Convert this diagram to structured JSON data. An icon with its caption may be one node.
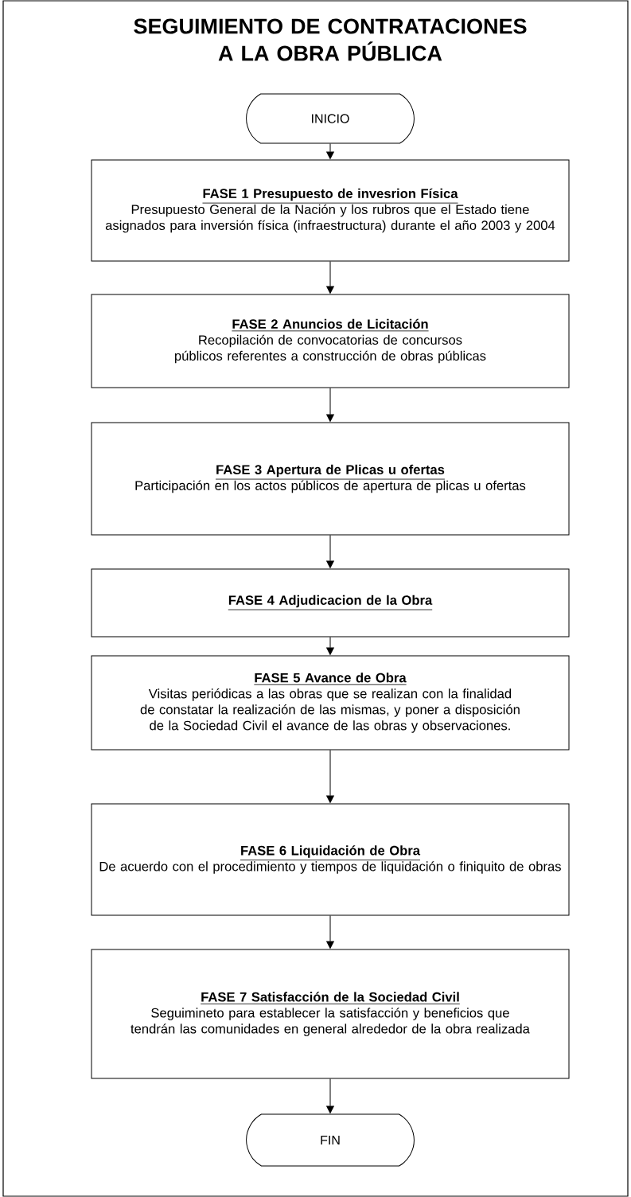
{
  "diagram": {
    "title": "SEGUIMIENTO DE CONTRATACIONES A LA OBRA PÚBLICA",
    "nodes": [
      {
        "text": [
          "INICIO"
        ]
      },
      {
        "text": [
          "FASE 1 Presupuesto de invesrion Física",
          "Presupuesto General de la Nación y los rubros que el Estado tiene asignados para inversión física (infraestructura) durante el año 2003 y 2004"
        ]
      },
      {
        "text": [
          "FASE 2 Anuncios de Licitación",
          "Recopilación de convocatorias de concursos públicos referentes a construcción de obras públicas"
        ]
      },
      {
        "text": [
          "FASE 3 Apertura de Plicas u ofertas",
          "Participación en los actos públicos de apertura de plicas u ofertas"
        ]
      },
      {
        "text": [
          "FASE 4 Adjudicacion de  la  Obra"
        ]
      },
      {
        "text": [
          "FASE 5 Avance de Obra",
          "Visitas periódicas a las obras que se realizan con la finalidad de constatar la realización de las mismas, y poner a disposición de la Sociedad Civil el avance de las obras y observaciones."
        ]
      },
      {
        "text": [
          "FASE 6 Liquidación de Obra",
          "De acuerdo con el procedimiento y tiempos de liquidación o finiquito de obras"
        ]
      },
      {
        "text": [
          "FASE 7 Satisfacción de la Sociedad Civil",
          "Seguimineto para establecer la satisfacción y beneficios que tendrán las comunidades en general alrededor de la obra realizada"
        ]
      },
      {
        "text": [
          "FIN"
        ]
      }
    ],
    "edges": [
      {
        "from": 0,
        "to": 1,
        "arrow": "to"
      },
      {
        "from": 1,
        "to": 2,
        "arrow": "to"
      },
      {
        "from": 2,
        "to": 3,
        "arrow": "to"
      },
      {
        "from": 3,
        "to": 4,
        "arrow": "to"
      },
      {
        "from": 4,
        "to": 5,
        "arrow": "to"
      },
      {
        "from": 5,
        "to": 6,
        "arrow": "to"
      },
      {
        "from": 6,
        "to": 7,
        "arrow": "to"
      },
      {
        "from": 7,
        "to": 8,
        "arrow": "to"
      }
    ]
  }
}
